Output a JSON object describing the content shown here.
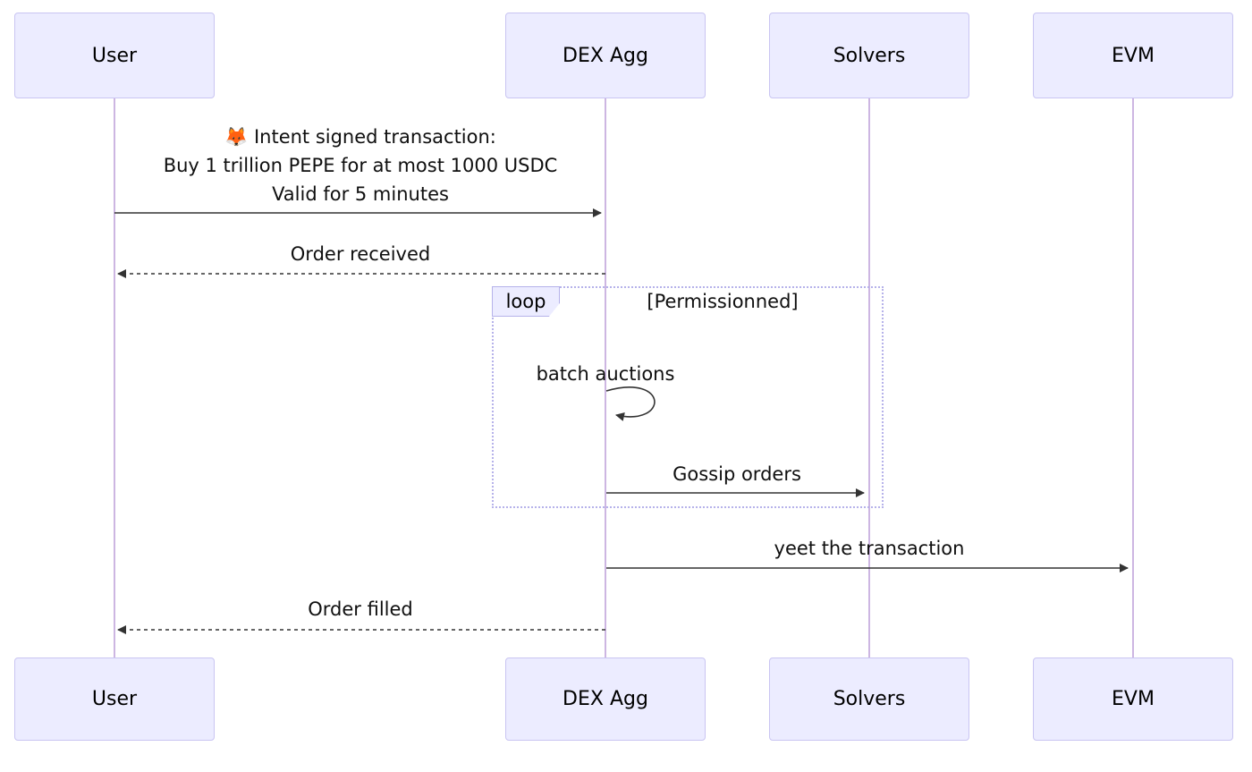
{
  "diagram": {
    "type": "sequence-diagram",
    "participants": [
      {
        "name": "User"
      },
      {
        "name": "DEX Agg"
      },
      {
        "name": "Solvers"
      },
      {
        "name": "EVM"
      }
    ],
    "messages": {
      "intent": {
        "icon": "🦊",
        "line1": "Intent signed transaction:",
        "line2": "Buy 1 trillion PEPE for at most 1000 USDC",
        "line3": "Valid for 5 minutes",
        "from": "User",
        "to": "DEX Agg",
        "style": "solid"
      },
      "order_received": {
        "label": "Order received",
        "from": "DEX Agg",
        "to": "User",
        "style": "dashed"
      },
      "batch_auctions": {
        "label": "batch auctions",
        "from": "DEX Agg",
        "to": "DEX Agg",
        "style": "self-loop"
      },
      "gossip_orders": {
        "label": "Gossip orders",
        "from": "DEX Agg",
        "to": "Solvers",
        "style": "solid"
      },
      "yeet": {
        "label": "yeet the transaction",
        "from": "DEX Agg",
        "to": "EVM",
        "style": "solid"
      },
      "order_filled": {
        "label": "Order filled",
        "from": "DEX Agg",
        "to": "User",
        "style": "dashed"
      }
    },
    "loop": {
      "tag": "loop",
      "condition": "[Permissionned]"
    },
    "colors": {
      "actor_fill": "#ECECFF",
      "actor_border": "#c9c5f2",
      "lifeline": "#cdb6e2",
      "loop_border": "#b6b2ea",
      "arrow": "#333333",
      "text": "#0f0f0f"
    }
  }
}
